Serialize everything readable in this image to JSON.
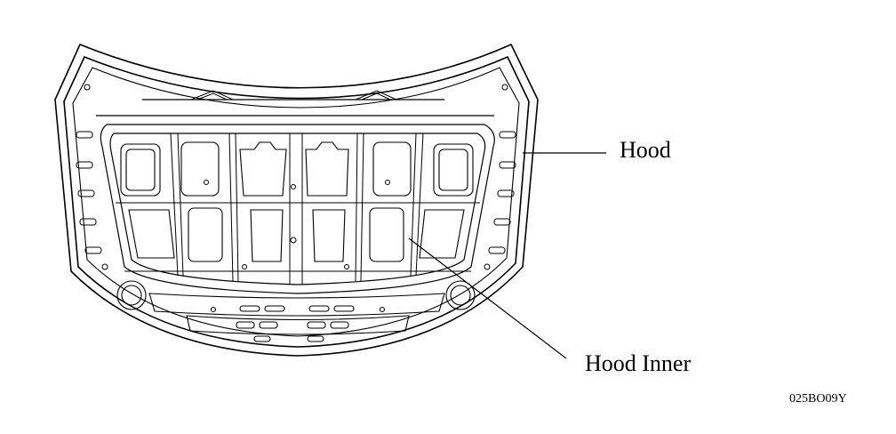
{
  "labels": {
    "hood": "Hood",
    "hood_inner": "Hood Inner"
  },
  "figure_code": "025BO09Y",
  "colors": {
    "line": "#000000",
    "background": "#ffffff"
  }
}
